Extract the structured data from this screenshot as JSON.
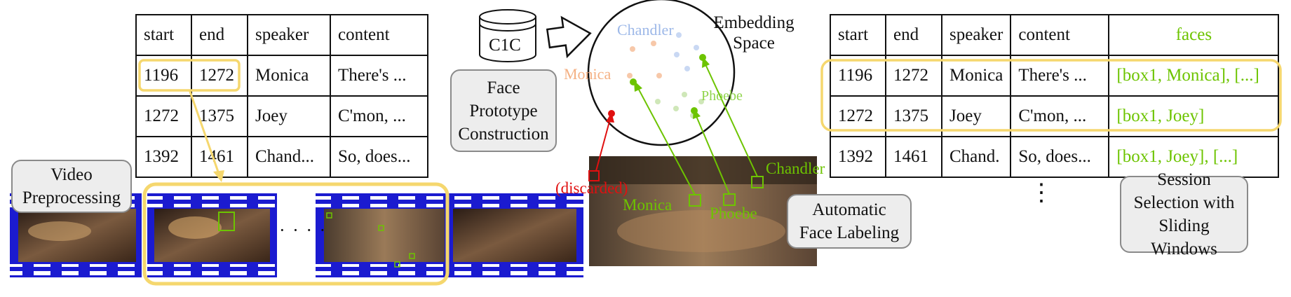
{
  "left_table": {
    "headers": [
      "start",
      "end",
      "speaker",
      "content"
    ],
    "rows": [
      [
        "1196",
        "1272",
        "Monica",
        "There's ..."
      ],
      [
        "1272",
        "1375",
        "Joey",
        "C'mon, ..."
      ],
      [
        "1392",
        "1461",
        "Chand...",
        "So, does..."
      ]
    ]
  },
  "right_table": {
    "headers": [
      "start",
      "end",
      "speaker",
      "content",
      "faces"
    ],
    "rows": [
      [
        "1196",
        "1272",
        "Monica",
        "There's ...",
        "[box1, Monica], [...]"
      ],
      [
        "1272",
        "1375",
        "Joey",
        "C'mon, ...",
        "[box1, Joey]"
      ],
      [
        "1392",
        "1461",
        "Chand.",
        "So, does...",
        "[box1, Joey], [...]"
      ]
    ],
    "ellipsis": "⋮"
  },
  "boxes": {
    "video_preprocessing": "Video Preprocessing",
    "face_prototype": "Face Prototype Construction",
    "auto_labeling": "Automatic Face Labeling",
    "session_selection": "Session Selection with Sliding Windows"
  },
  "c1c": "C1C",
  "embedding_space": "Embedding Space",
  "embedding_names": {
    "chandler": "Chandler",
    "monica": "Monica",
    "phoebe": "Phoebe"
  },
  "scene_labels": {
    "discarded": "(discarded)",
    "monica": "Monica",
    "phoebe": "Phoebe",
    "chandler": "Chandler"
  },
  "film_ellipsis": "· · · ·",
  "colors": {
    "yellow": "#f5d76e",
    "green": "#6dc400",
    "blue_film": "#1b1bd0",
    "red": "#e01010",
    "chandler_blue": "#9db8e8",
    "monica_orange": "#f4b184"
  }
}
